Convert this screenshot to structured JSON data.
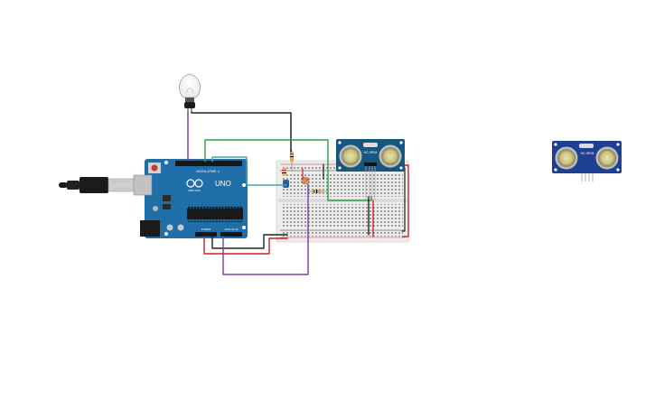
{
  "arduino": {
    "model_label": "UNO",
    "brand_label": "ARDUINO",
    "digital_label": "DIGITAL (PWM ~)",
    "power_label": "POWER",
    "analog_label": "ANALOG IN",
    "board_color": "#1f6ea8"
  },
  "sensor_main": {
    "model_label": "HC-SR04",
    "board_color": "#17577f"
  },
  "sensor_spare": {
    "model_label": "HC-SR04",
    "board_color": "#1f3f93"
  },
  "wire_colors": {
    "black": "#222222",
    "red": "#d42020",
    "green": "#2ea043",
    "purple": "#7b3fa0",
    "teal": "#3fa7b5"
  }
}
